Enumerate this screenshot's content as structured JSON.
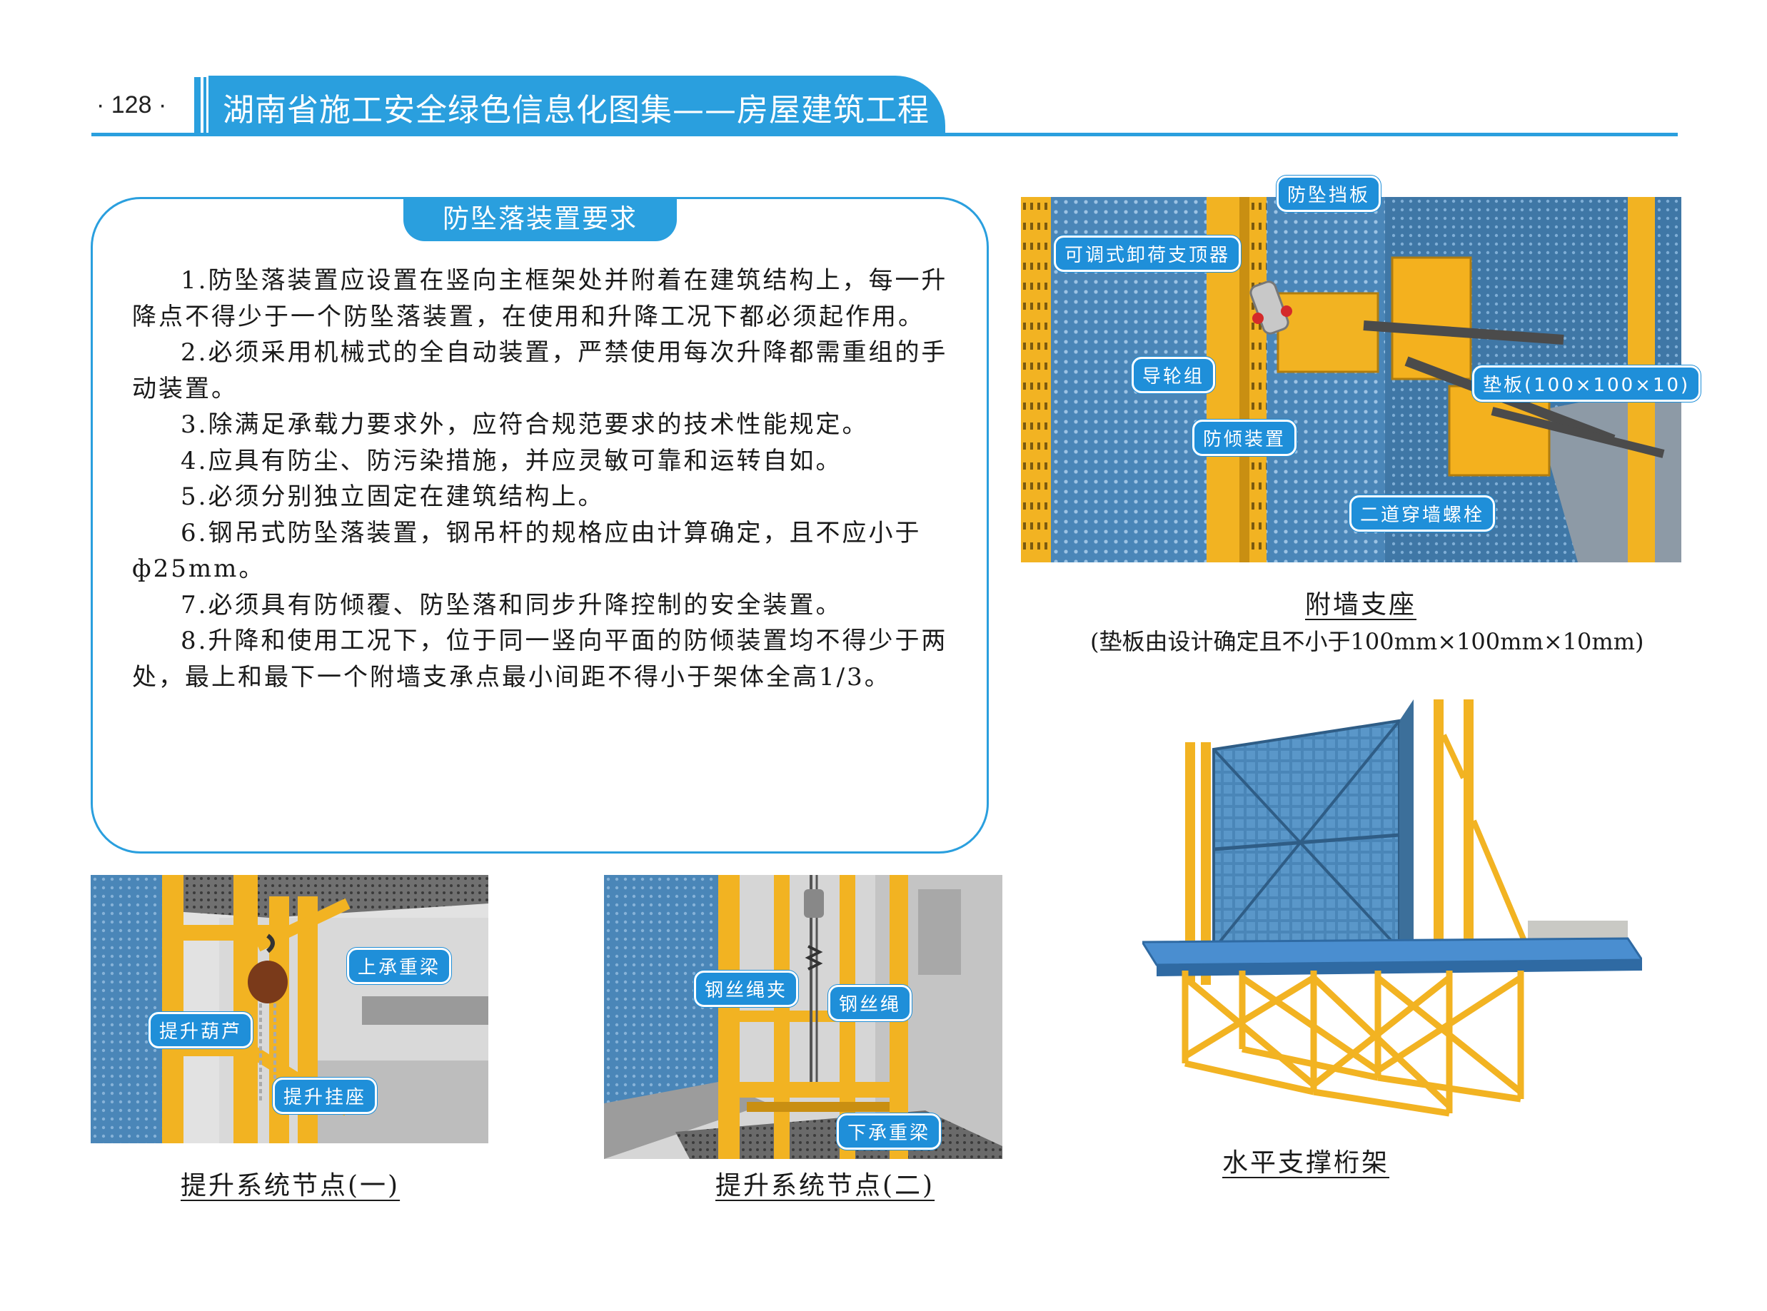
{
  "header": {
    "page_number": "· 128 ·",
    "title": "湖南省施工安全绿色信息化图集——房屋建筑工程"
  },
  "requirements": {
    "heading": "防坠落装置要求",
    "items": [
      "1.防坠落装置应设置在竖向主框架处并附着在建筑结构上，每一升降点不得少于一个防坠落装置，在使用和升降工况下都必须起作用。",
      "2.必须采用机械式的全自动装置，严禁使用每次升降都需重组的手动装置。",
      "3.除满足承载力要求外，应符合规范要求的技术性能规定。",
      "4.应具有防尘、防污染措施，并应灵敏可靠和运转自如。",
      "5.必须分别独立固定在建筑结构上。",
      "6.钢吊式防坠落装置，钢吊杆的规格应由计算确定，且不应小于ф25mm。",
      "7.必须具有防倾覆、防坠落和同步升降控制的安全装置。",
      "8.升降和使用工况下，位于同一竖向平面的防倾装置均不得少于两处，最上和最下一个附墙支承点最小间距不得小于架体全高1/3。"
    ]
  },
  "figures": {
    "wall_support": {
      "caption": "附墙支座",
      "sub_caption": "(垫板由设计确定且不小于100mm×100mm×10mm)",
      "labels": {
        "anti_fall_plate": "防坠挡板",
        "adjustable_jack": "可调式卸荷支顶器",
        "guide_wheel": "导轮组",
        "pad_plate": "垫板(100×100×10)",
        "anti_tilt": "防倾装置",
        "wall_bolts": "二道穿墙螺栓"
      }
    },
    "lift_node_1": {
      "caption": "提升系统节点(一)",
      "labels": {
        "upper_beam": "上承重梁",
        "hoist": "提升葫芦",
        "lift_seat": "提升挂座"
      }
    },
    "lift_node_2": {
      "caption": "提升系统节点(二)",
      "labels": {
        "rope_clamp": "钢丝绳夹",
        "wire_rope": "钢丝绳",
        "lower_beam": "下承重梁"
      }
    },
    "truss": {
      "caption": "水平支撑桁架"
    }
  },
  "colors": {
    "accent": "#2a9fde",
    "callout": "#1f8fd9",
    "steel_yellow": "#f2b322",
    "mesh_blue": "#4a86b8"
  }
}
